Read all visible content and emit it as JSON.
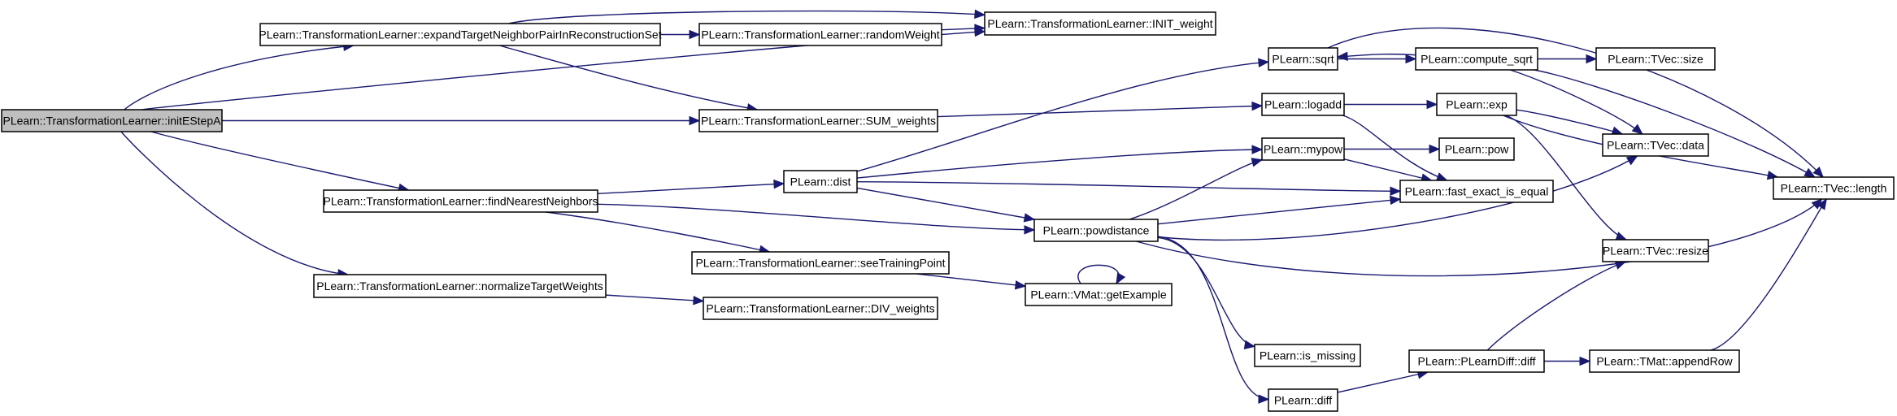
{
  "colors": {
    "edge": "#191970",
    "root_fill": "#bfbfbf",
    "node_fill": "#ffffff",
    "node_border": "#000000"
  },
  "nodes": [
    {
      "id": "initEStepA",
      "label": "PLearn::TransformationLearner::initEStepA",
      "root": true
    },
    {
      "id": "expand",
      "label": "PLearn::TransformationLearner::expandTargetNeighborPairInReconstructionSet"
    },
    {
      "id": "randomWeight",
      "label": "PLearn::TransformationLearner::randomWeight"
    },
    {
      "id": "INIT_weight",
      "label": "PLearn::TransformationLearner::INIT_weight"
    },
    {
      "id": "SUM_weights",
      "label": "PLearn::TransformationLearner::SUM_weights"
    },
    {
      "id": "findNN",
      "label": "PLearn::TransformationLearner::findNearestNeighbors"
    },
    {
      "id": "normalize",
      "label": "PLearn::TransformationLearner::normalizeTargetWeights"
    },
    {
      "id": "seeTP",
      "label": "PLearn::TransformationLearner::seeTrainingPoint"
    },
    {
      "id": "DIV_weights",
      "label": "PLearn::TransformationLearner::DIV_weights"
    },
    {
      "id": "dist",
      "label": "PLearn::dist"
    },
    {
      "id": "powdistance",
      "label": "PLearn::powdistance"
    },
    {
      "id": "getExample",
      "label": "PLearn::VMat::getExample"
    },
    {
      "id": "sqrt",
      "label": "PLearn::sqrt"
    },
    {
      "id": "logadd",
      "label": "PLearn::logadd"
    },
    {
      "id": "mypow",
      "label": "PLearn::mypow"
    },
    {
      "id": "is_missing",
      "label": "PLearn::is_missing"
    },
    {
      "id": "diff",
      "label": "PLearn::diff"
    },
    {
      "id": "compute_sqrt",
      "label": "PLearn::compute_sqrt"
    },
    {
      "id": "exp",
      "label": "PLearn::exp"
    },
    {
      "id": "pow",
      "label": "PLearn::pow"
    },
    {
      "id": "fast_exact",
      "label": "PLearn::fast_exact_is_equal"
    },
    {
      "id": "PLearnDiff",
      "label": "PLearn::PLearnDiff::diff"
    },
    {
      "id": "TVec_size",
      "label": "PLearn::TVec::size"
    },
    {
      "id": "TVec_data",
      "label": "PLearn::TVec::data"
    },
    {
      "id": "TVec_resize",
      "label": "PLearn::TVec::resize"
    },
    {
      "id": "appendRow",
      "label": "PLearn::TMat::appendRow"
    },
    {
      "id": "TVec_length",
      "label": "PLearn::TVec::length"
    }
  ],
  "edges": [
    [
      "initEStepA",
      "expand"
    ],
    [
      "initEStepA",
      "INIT_weight"
    ],
    [
      "initEStepA",
      "SUM_weights"
    ],
    [
      "initEStepA",
      "findNN"
    ],
    [
      "initEStepA",
      "normalize"
    ],
    [
      "expand",
      "INIT_weight"
    ],
    [
      "expand",
      "randomWeight"
    ],
    [
      "expand",
      "SUM_weights"
    ],
    [
      "randomWeight",
      "INIT_weight"
    ],
    [
      "SUM_weights",
      "logadd"
    ],
    [
      "findNN",
      "dist"
    ],
    [
      "findNN",
      "powdistance"
    ],
    [
      "findNN",
      "seeTP"
    ],
    [
      "normalize",
      "DIV_weights"
    ],
    [
      "seeTP",
      "getExample"
    ],
    [
      "getExample",
      "getExample"
    ],
    [
      "dist",
      "sqrt"
    ],
    [
      "dist",
      "mypow"
    ],
    [
      "dist",
      "fast_exact"
    ],
    [
      "dist",
      "powdistance"
    ],
    [
      "powdistance",
      "mypow"
    ],
    [
      "powdistance",
      "fast_exact"
    ],
    [
      "powdistance",
      "TVec_data"
    ],
    [
      "powdistance",
      "TVec_length"
    ],
    [
      "powdistance",
      "is_missing"
    ],
    [
      "powdistance",
      "diff"
    ],
    [
      "sqrt",
      "compute_sqrt"
    ],
    [
      "sqrt",
      "TVec_length"
    ],
    [
      "compute_sqrt",
      "sqrt"
    ],
    [
      "compute_sqrt",
      "TVec_size"
    ],
    [
      "compute_sqrt",
      "TVec_data"
    ],
    [
      "compute_sqrt",
      "TVec_length"
    ],
    [
      "logadd",
      "exp"
    ],
    [
      "logadd",
      "fast_exact"
    ],
    [
      "exp",
      "TVec_data"
    ],
    [
      "exp",
      "TVec_resize"
    ],
    [
      "exp",
      "TVec_length"
    ],
    [
      "mypow",
      "pow"
    ],
    [
      "mypow",
      "fast_exact"
    ],
    [
      "diff",
      "PLearnDiff"
    ],
    [
      "PLearnDiff",
      "TVec_resize"
    ],
    [
      "PLearnDiff",
      "appendRow"
    ],
    [
      "appendRow",
      "TVec_length"
    ]
  ]
}
